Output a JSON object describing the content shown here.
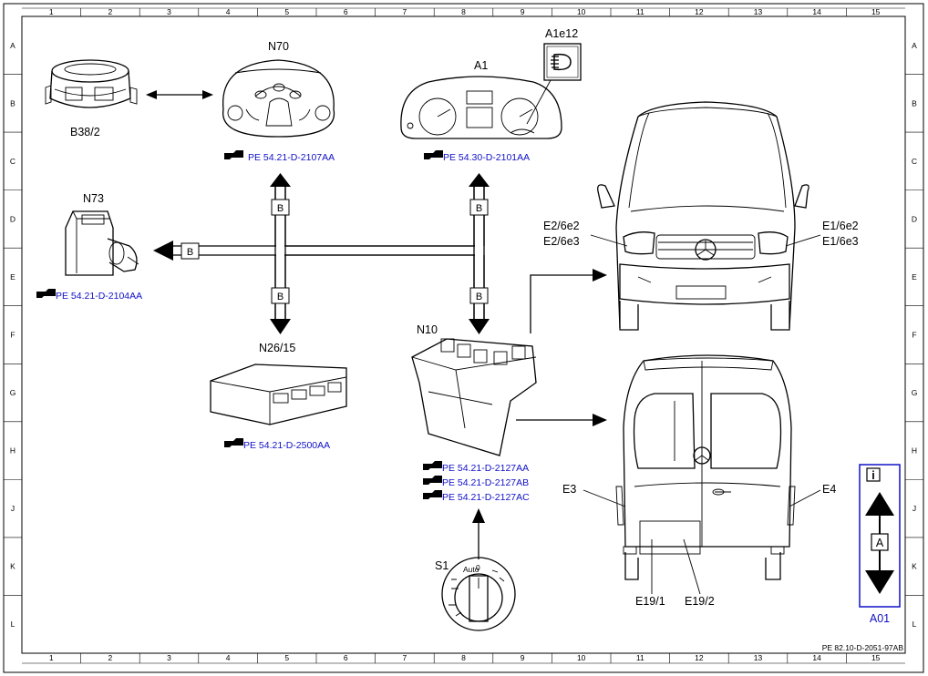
{
  "frame": {
    "columns": [
      "1",
      "2",
      "3",
      "4",
      "5",
      "6",
      "7",
      "8",
      "9",
      "10",
      "11",
      "12",
      "13",
      "14",
      "15"
    ],
    "rows": [
      "A",
      "B",
      "C",
      "D",
      "E",
      "F",
      "G",
      "H",
      "J",
      "K",
      "L"
    ],
    "doc_id": "PE 82.10-D-2051-97AB"
  },
  "components": {
    "b38_2": "B38/2",
    "n70": "N70",
    "a1": "A1",
    "a1e12": "A1e12",
    "n73": "N73",
    "n26_15": "N26/15",
    "n10": "N10",
    "s1": "S1",
    "e2_6e2": "E2/6e2",
    "e2_6e3": "E2/6e3",
    "e1_6e2": "E1/6e2",
    "e1_6e3": "E1/6e3",
    "e3": "E3",
    "e4": "E4",
    "e19_1": "E19/1",
    "e19_2": "E19/2"
  },
  "refs": {
    "n70": "PE 54.21-D-2107AA",
    "a1": "PE 54.30-D-2101AA",
    "n73": "PE 54.21-D-2104AA",
    "n26_15": "PE 54.21-D-2500AA",
    "n10_1": "PE 54.21-D-2127AA",
    "n10_2": "PE 54.21-D-2127AB",
    "n10_3": "PE 54.21-D-2127AC"
  },
  "bus": {
    "label": "B"
  },
  "legend": {
    "info_glyph": "i",
    "arrow_label": "A",
    "caption": "A01"
  },
  "switch": {
    "auto": "Auto",
    "zero": "0"
  },
  "colors": {
    "ref_text": "#1010c8",
    "line": "#000000"
  }
}
